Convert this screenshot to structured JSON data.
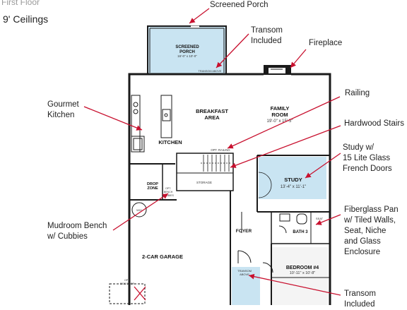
{
  "header": {
    "floor_title": "First Floor",
    "ceiling_note": "9' Ceilings"
  },
  "rooms": {
    "screened_porch": {
      "name_line1": "SCREENED",
      "name_line2": "PORCH",
      "dims": "16'-0\" x 10'-0\""
    },
    "breakfast_area": {
      "name_line1": "BREAKFAST",
      "name_line2": "AREA"
    },
    "family_room": {
      "name_line1": "FAMILY",
      "name_line2": "ROOM",
      "dims": "19'-0\" x 15'-5\""
    },
    "kitchen": {
      "name": "KITCHEN"
    },
    "drop_zone": {
      "name_line1": "DROP",
      "name_line2": "ZONE"
    },
    "storage": {
      "name": "STORAGE"
    },
    "study": {
      "name": "STUDY",
      "dims": "13'-4\" x 11'-1\""
    },
    "bath_3": {
      "name": "BATH 3"
    },
    "foyer": {
      "name": "FOYER"
    },
    "garage": {
      "name": "2-CAR GARAGE"
    },
    "bedroom_4": {
      "name": "BEDROOM #4",
      "dims": "10'-11\" x 10'-8\""
    }
  },
  "plan_labels": {
    "transom_above_porch": "TRANSOM ABOVE",
    "opt_railing": "OPT. RAILING",
    "bench_line1": "OPT.",
    "bench_line2": "BENCH",
    "bench_line3": "CUBBIES",
    "wh": "W/H",
    "seat": "SEAT",
    "transom_line1": "TRANSOM",
    "transom_line2": "ABOVE",
    "opt_door_line1": "OPT.",
    "opt_door_line2": "SIDE DOOR"
  },
  "callouts": {
    "screened_porch": "Screened Porch",
    "transom_1": {
      "line1": "Transom",
      "line2": "Included"
    },
    "fireplace": "Fireplace",
    "gourmet_kitchen": {
      "line1": "Gourmet",
      "line2": "Kitchen"
    },
    "railing": "Railing",
    "hardwood_stairs": "Hardwood  Stairs",
    "study_doors": {
      "line1": "Study w/",
      "line2": "15 Lite Glass",
      "line3": "French Doors"
    },
    "mudroom": {
      "line1": "Mudroom Bench",
      "line2": "w/ Cubbies"
    },
    "fiberglass_pan": {
      "line1": "Fiberglass Pan",
      "line2": "w/ Tiled Walls,",
      "line3": "Seat, Niche",
      "line4": "and Glass",
      "line5": "Enclosure"
    },
    "transom_2": {
      "line1": "Transom",
      "line2": "Included"
    }
  },
  "colors": {
    "wall": "#1a1a1a",
    "arrow": "#c8102e",
    "porch_fill": "#c9e4f2",
    "study_fill": "#c9e4f2",
    "garage_fill": "#ffffff"
  }
}
